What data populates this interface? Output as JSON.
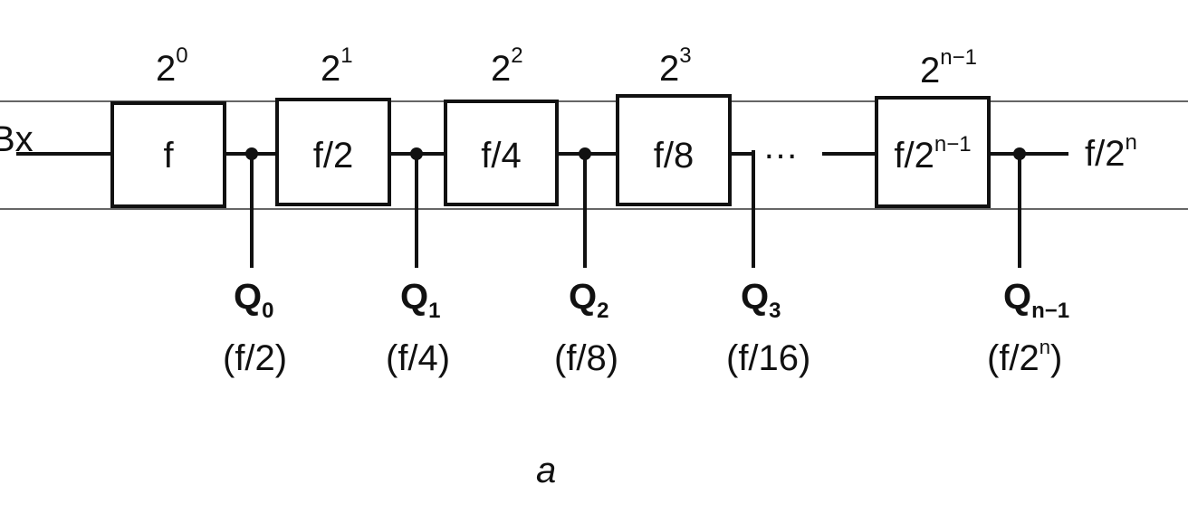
{
  "input": {
    "label": "Bx"
  },
  "stages": [
    {
      "weight_base": "2",
      "weight_exp": "0",
      "block": "f",
      "block_sup": "",
      "q_base": "Q",
      "q_sub": "0",
      "freq": "(f/2)",
      "freq_sup": "",
      "freq_tail": ""
    },
    {
      "weight_base": "2",
      "weight_exp": "1",
      "block": "f/2",
      "block_sup": "",
      "q_base": "Q",
      "q_sub": "1",
      "freq": "(f/4)",
      "freq_sup": "",
      "freq_tail": ""
    },
    {
      "weight_base": "2",
      "weight_exp": "2",
      "block": "f/4",
      "block_sup": "",
      "q_base": "Q",
      "q_sub": "2",
      "freq": "(f/8)",
      "freq_sup": "",
      "freq_tail": ""
    },
    {
      "weight_base": "2",
      "weight_exp": "3",
      "block": "f/8",
      "block_sup": "",
      "q_base": "Q",
      "q_sub": "3",
      "freq": "(f/16)",
      "freq_sup": "",
      "freq_tail": ""
    },
    {
      "weight_base": "2",
      "weight_exp": "n−1",
      "block": "f/2",
      "block_sup": "n−1",
      "q_base": "Q",
      "q_sub": "n−1",
      "freq": "(f/2",
      "freq_sup": "n",
      "freq_tail": ")"
    }
  ],
  "ellipsis": "…",
  "output": {
    "base": "f/2",
    "sup": "n"
  },
  "caption": "a"
}
